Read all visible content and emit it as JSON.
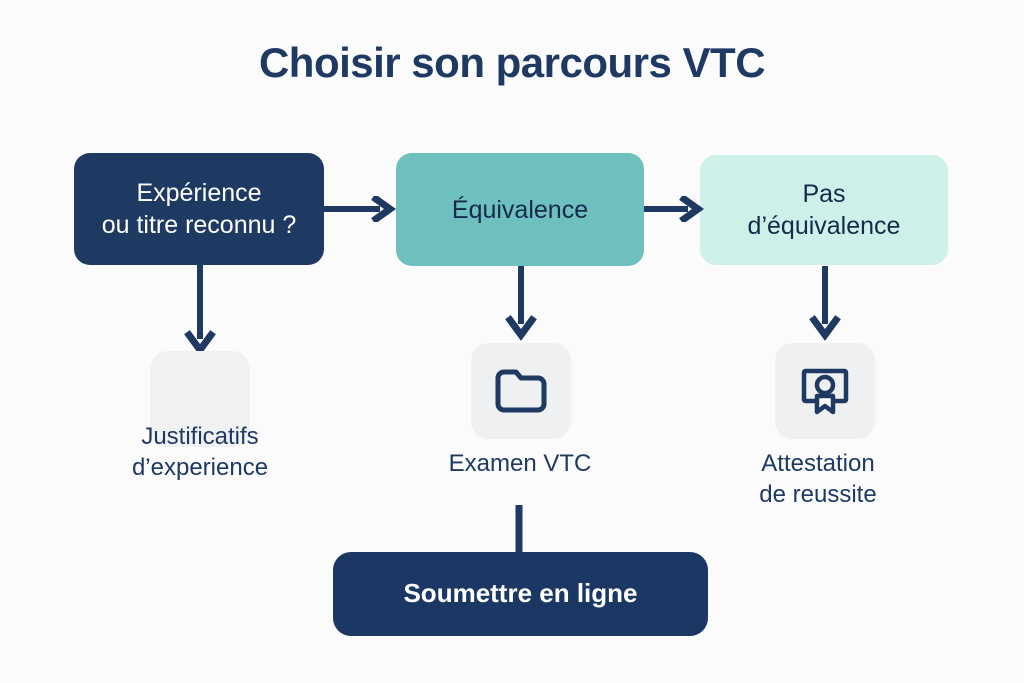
{
  "title": "Choisir son parcours VTC",
  "colors": {
    "background": "#fbfbfc",
    "navy": "#1e3a63",
    "teal": "#6ec0bf",
    "mint": "#cdf0e8",
    "tile_gray": "#eef0f2",
    "white": "#ffffff"
  },
  "flow": {
    "boxes": [
      {
        "id": "experience",
        "line1": "Expérience",
        "line2": "ou titre reconnu ?",
        "fill": "#1e3a63",
        "text_color": "#ffffff"
      },
      {
        "id": "equivalence",
        "line1": "Équivalence",
        "line2": "",
        "fill": "#6ec0bf",
        "text_color": "#15294b"
      },
      {
        "id": "pas-equivalence",
        "line1": "Pas",
        "line2": "d’équivalence",
        "fill": "#cdf0e8",
        "text_color": "#15294b"
      }
    ],
    "outcomes": [
      {
        "id": "justificatifs",
        "icon": "blank-tile-icon",
        "line1": "Justificatifs",
        "line2": "d’experience"
      },
      {
        "id": "examen",
        "icon": "folder-icon",
        "line1": "Examen VTC",
        "line2": ""
      },
      {
        "id": "attestation",
        "icon": "certificate-icon",
        "line1": "Attestation",
        "line2": "de reussite"
      }
    ],
    "submit_button": {
      "label": "Soumettre en ligne",
      "fill": "#1b3763",
      "text_color": "#ffffff"
    },
    "connectors": [
      {
        "id": "experience-to-equivalence",
        "type": "arrow-right"
      },
      {
        "id": "equivalence-to-pas-equivalence",
        "type": "arrow-right"
      },
      {
        "id": "experience-to-justificatifs",
        "type": "arrow-down"
      },
      {
        "id": "equivalence-to-examen",
        "type": "arrow-down"
      },
      {
        "id": "pas-equivalence-to-attestation",
        "type": "arrow-down"
      },
      {
        "id": "examen-to-soumettre",
        "type": "line-down"
      }
    ]
  }
}
